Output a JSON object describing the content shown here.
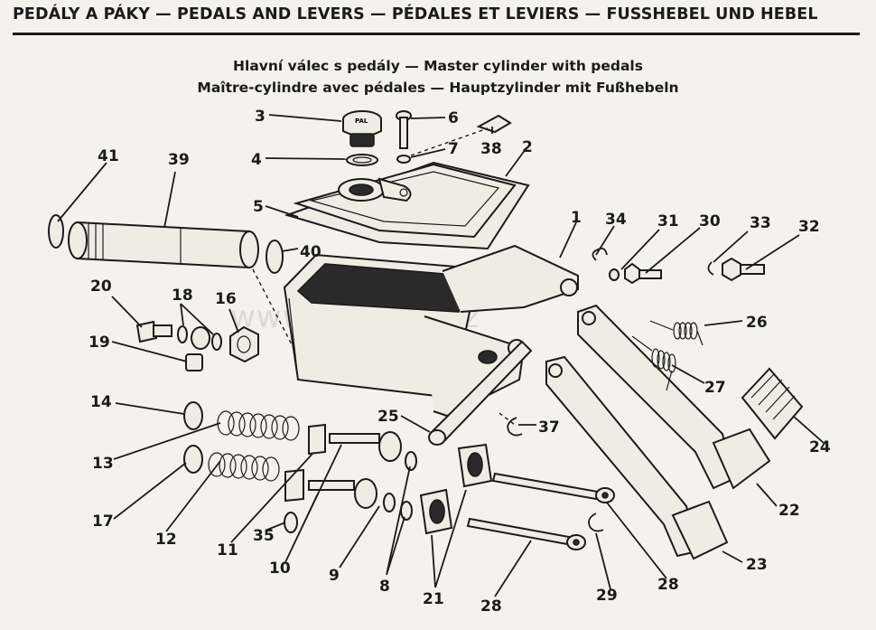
{
  "header": {
    "title": "PEDÁLY A PÁKY — PEDALS AND LEVERS — PÉDALES ET LEVIERS — FUSSHEBEL UND HEBEL"
  },
  "subtitle": {
    "line1": "Hlavní válec s pedály — Master cylinder with pedals",
    "line2": "Maître-cylindre avec pédales — Hauptzylinder mit Fußhebeln"
  },
  "watermark": "www.mercus.cz",
  "part_numbers": {
    "p1": "1",
    "p2": "2",
    "p3": "3",
    "p4": "4",
    "p5": "5",
    "p6": "6",
    "p7": "7",
    "p8": "8",
    "p9": "9",
    "p10": "10",
    "p11": "11",
    "p12": "12",
    "p13": "13",
    "p14": "14",
    "p16": "16",
    "p17": "17",
    "p18": "18",
    "p19": "19",
    "p20": "20",
    "p21": "21",
    "p22": "22",
    "p23": "23",
    "p24": "24",
    "p25": "25",
    "p26": "26",
    "p27": "27",
    "p28a": "28",
    "p28b": "28",
    "p29": "29",
    "p30": "30",
    "p31": "31",
    "p32": "32",
    "p33": "33",
    "p34": "34",
    "p35": "35",
    "p37": "37",
    "p38": "38",
    "p39": "39",
    "p40": "40",
    "p41": "41"
  },
  "cap_marking": "PAL"
}
